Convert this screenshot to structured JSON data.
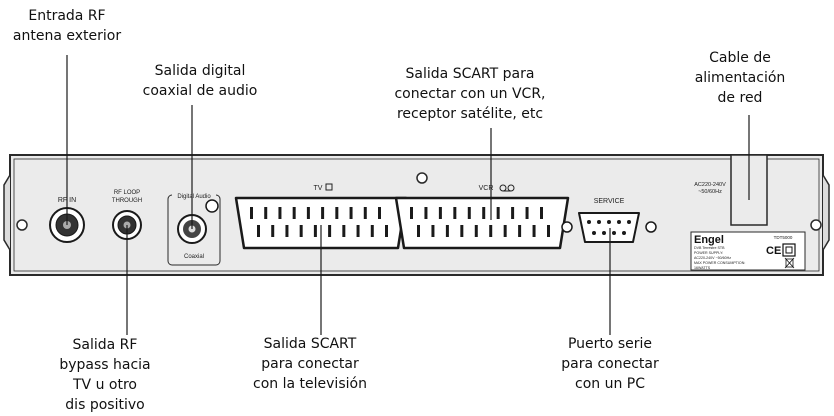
{
  "callouts": {
    "rf_in": "Entrada RF\nantena exterior",
    "digital_audio": "Salida digital\ncoaxial de audio",
    "scart_vcr": "Salida SCART para\nconectar con un VCR,\nreceptor satélite, etc",
    "power_cable": "Cable de\nalimentación\nde red",
    "rf_bypass": "Salida RF\nbypass hacia\nTV u otro\ndis positivo",
    "scart_tv": "Salida SCART\npara conectar\ncon la televisión",
    "serial_port": "Puerto serie\npara conectar\ncon un PC"
  },
  "panel_labels": {
    "rf_in": "RF IN",
    "rf_loop_line1": "RF LOOP",
    "rf_loop_line2": "THROUGH",
    "digital_audio": "Digital Audio",
    "coaxial": "Coaxial",
    "tv": "TV",
    "vcr": "VCR",
    "service": "SERVICE",
    "ac_line1": "AC220-240V",
    "ac_line2": "~50/60Hz"
  },
  "rating_label": {
    "brand": "Engel",
    "model": "TDT5000",
    "line1": "DVB Terrestre STB",
    "line2": "POWER SUPPLY:",
    "line3": "AC220-240V   ~50/60Hz",
    "line4": "MAX POWER CONSUMPTION:",
    "line5": "16WATTS",
    "ce_mark": "CE"
  },
  "colors": {
    "panel_fill": "#ebebeb",
    "panel_stroke": "#2a2a2a",
    "leader_line": "#1a1a1a"
  }
}
